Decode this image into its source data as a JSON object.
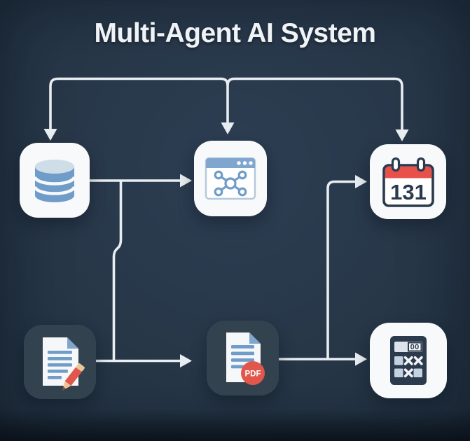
{
  "title": "Multi-Agent AI System",
  "colors": {
    "background": "#273748",
    "tile_light": "#f7f9fa",
    "tile_dark": "#32424f",
    "connector": "#e8edf1",
    "accent_blue": "#6f9cc9",
    "accent_blue_light": "#cfdde9",
    "accent_red": "#e8514a",
    "ink_dark": "#2b3a4c"
  },
  "nodes": [
    {
      "id": "database",
      "icon": "database-icon",
      "tile": "light",
      "row": "top",
      "label": ""
    },
    {
      "id": "agent-network-window",
      "icon": "browser-network-icon",
      "tile": "light",
      "row": "top",
      "label": ""
    },
    {
      "id": "calendar",
      "icon": "calendar-icon",
      "tile": "light",
      "row": "top",
      "label": "131"
    },
    {
      "id": "document-editor",
      "icon": "document-pencil-icon",
      "tile": "dark",
      "row": "bottom",
      "label": ""
    },
    {
      "id": "pdf-document",
      "icon": "pdf-document-icon",
      "tile": "dark",
      "row": "bottom",
      "label": "PDF"
    },
    {
      "id": "calculator",
      "icon": "calculator-icon",
      "tile": "light",
      "row": "bottom",
      "label": "00"
    }
  ],
  "connections": [
    {
      "from": "title-bus",
      "to": "database"
    },
    {
      "from": "title-bus",
      "to": "agent-network-window"
    },
    {
      "from": "title-bus",
      "to": "calendar"
    },
    {
      "from": "database",
      "to": "agent-network-window"
    },
    {
      "from": "database-to-browser-line",
      "to": "document-to-pdf-line"
    },
    {
      "from": "document-editor",
      "to": "pdf-document"
    },
    {
      "from": "pdf-document",
      "to": "calculator"
    },
    {
      "from": "pdf-to-calculator-line",
      "to": "calendar"
    }
  ]
}
